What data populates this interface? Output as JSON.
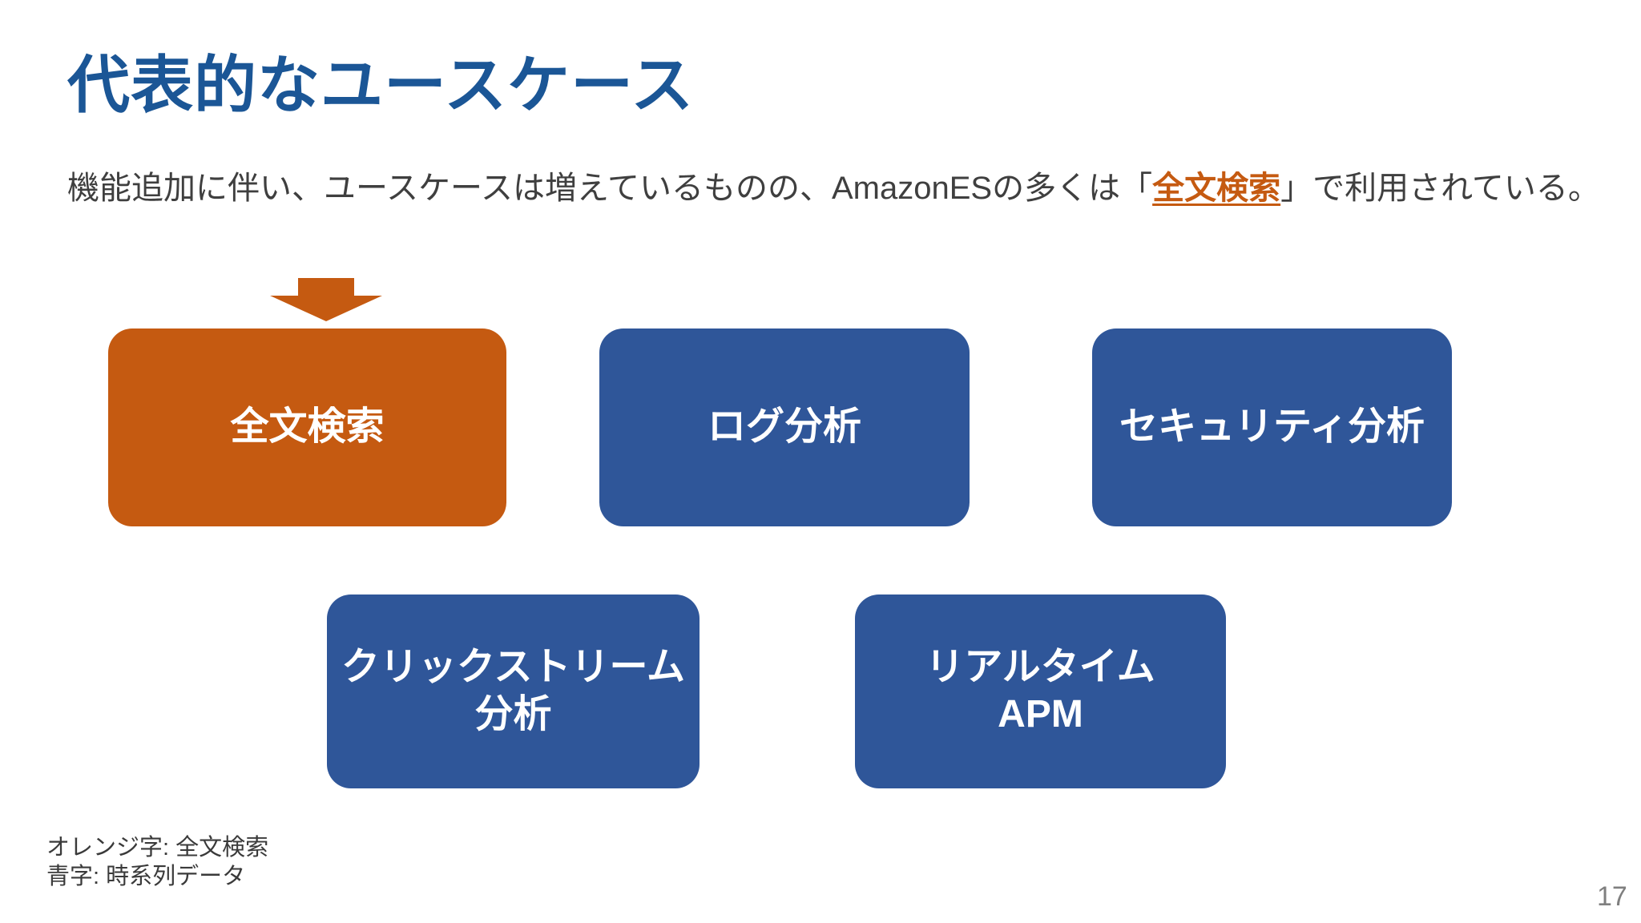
{
  "slide": {
    "title": "代表的なユースケース",
    "subtitle": {
      "prefix": "機能追加に伴い、ユースケースは増えているものの、AmazonESの多くは「",
      "highlight": "全文検索",
      "suffix": "」で利用されている。"
    },
    "boxes": {
      "row1": [
        {
          "label": "全文検索",
          "color": "#C55A11"
        },
        {
          "label": "ログ分析",
          "color": "#2F5699"
        },
        {
          "label": "セキュリティ分析",
          "color": "#2F5699"
        }
      ],
      "row2": [
        {
          "line1": "クリックストリーム",
          "line2": "分析",
          "color": "#2F5699"
        },
        {
          "line1": "リアルタイム",
          "line2": "APM",
          "color": "#2F5699"
        }
      ]
    },
    "arrow_icon": "down-block-arrow",
    "legend": {
      "line1": "オレンジ字: 全文検索",
      "line2": "青字: 時系列データ"
    },
    "page_number": "17",
    "colors": {
      "title_blue": "#1B5696",
      "box_blue": "#2F5699",
      "accent_orange": "#C55A11",
      "body_text": "#3F3F3F",
      "page_gray": "#7F7F7F"
    }
  }
}
